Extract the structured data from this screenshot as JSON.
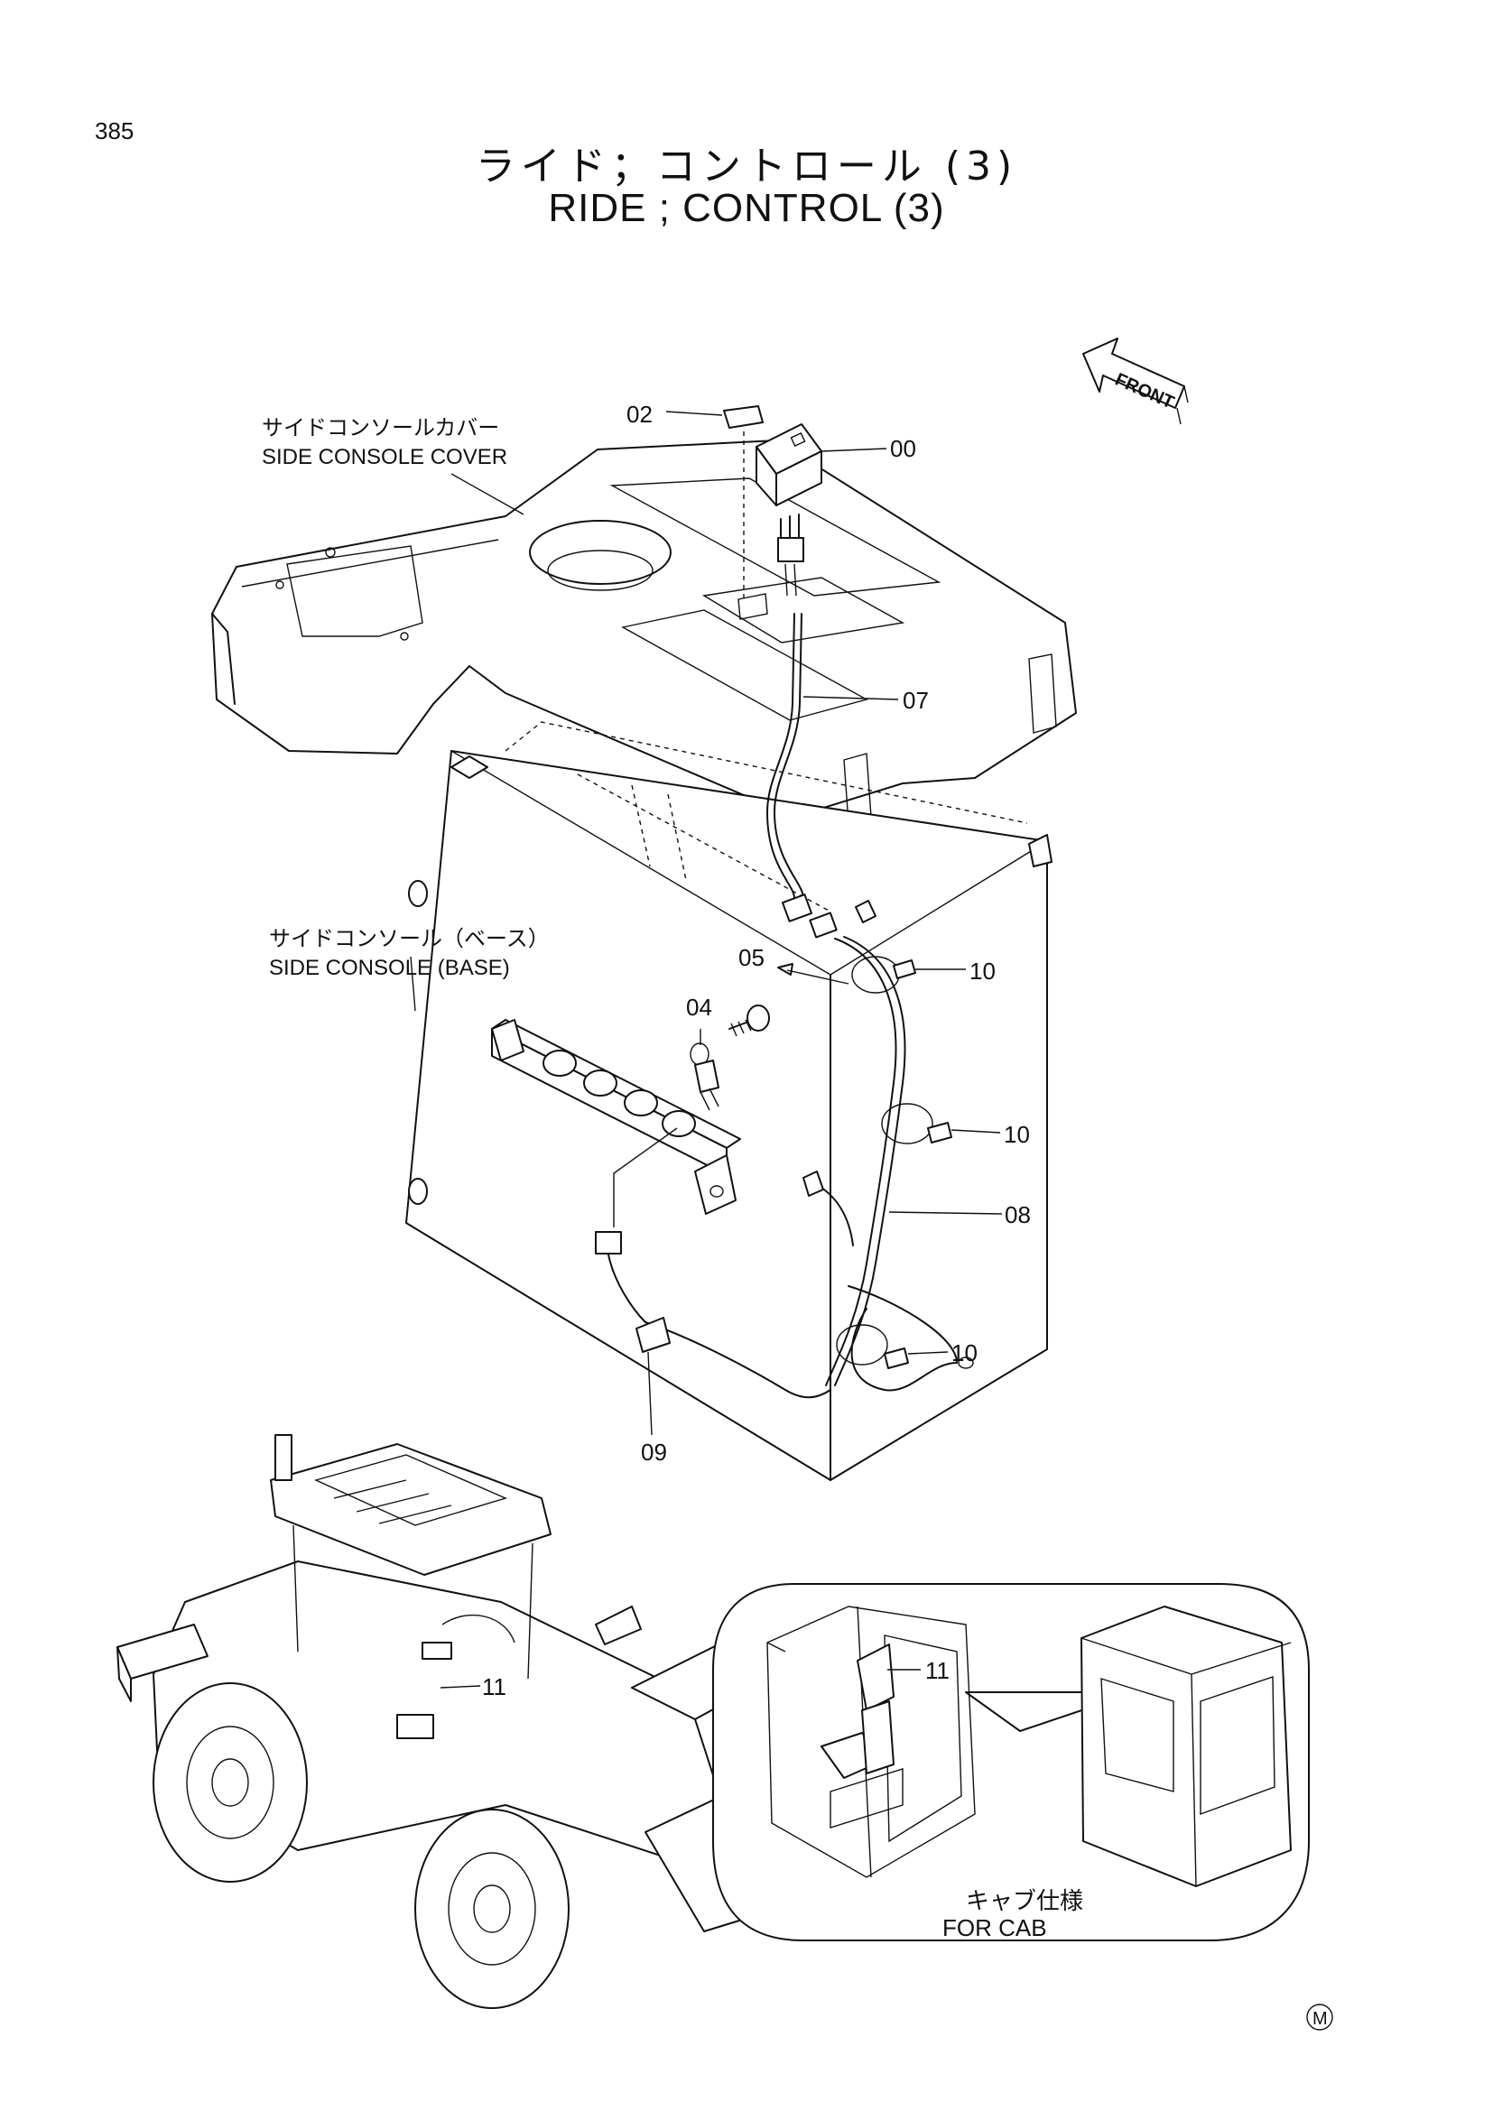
{
  "page": {
    "number": "385",
    "title_jp": "ライド；コントロール (3)",
    "title_en": "RIDE ; CONTROL (3)",
    "mark": "M"
  },
  "labels": {
    "cover_jp": "サイドコンソールカバー",
    "cover_en": "SIDE CONSOLE COVER",
    "base_jp": "サイドコンソール（ベース）",
    "base_en": "SIDE CONSOLE (BASE)",
    "front": "FRONT",
    "cab_jp": "キャブ仕様",
    "cab_en": "FOR CAB"
  },
  "callouts": {
    "p00": "00",
    "p02": "02",
    "p04": "04",
    "p05": "05",
    "p07": "07",
    "p08": "08",
    "p09": "09",
    "p10a": "10",
    "p10b": "10",
    "p10c": "10",
    "p11a": "11",
    "p11b": "11"
  }
}
